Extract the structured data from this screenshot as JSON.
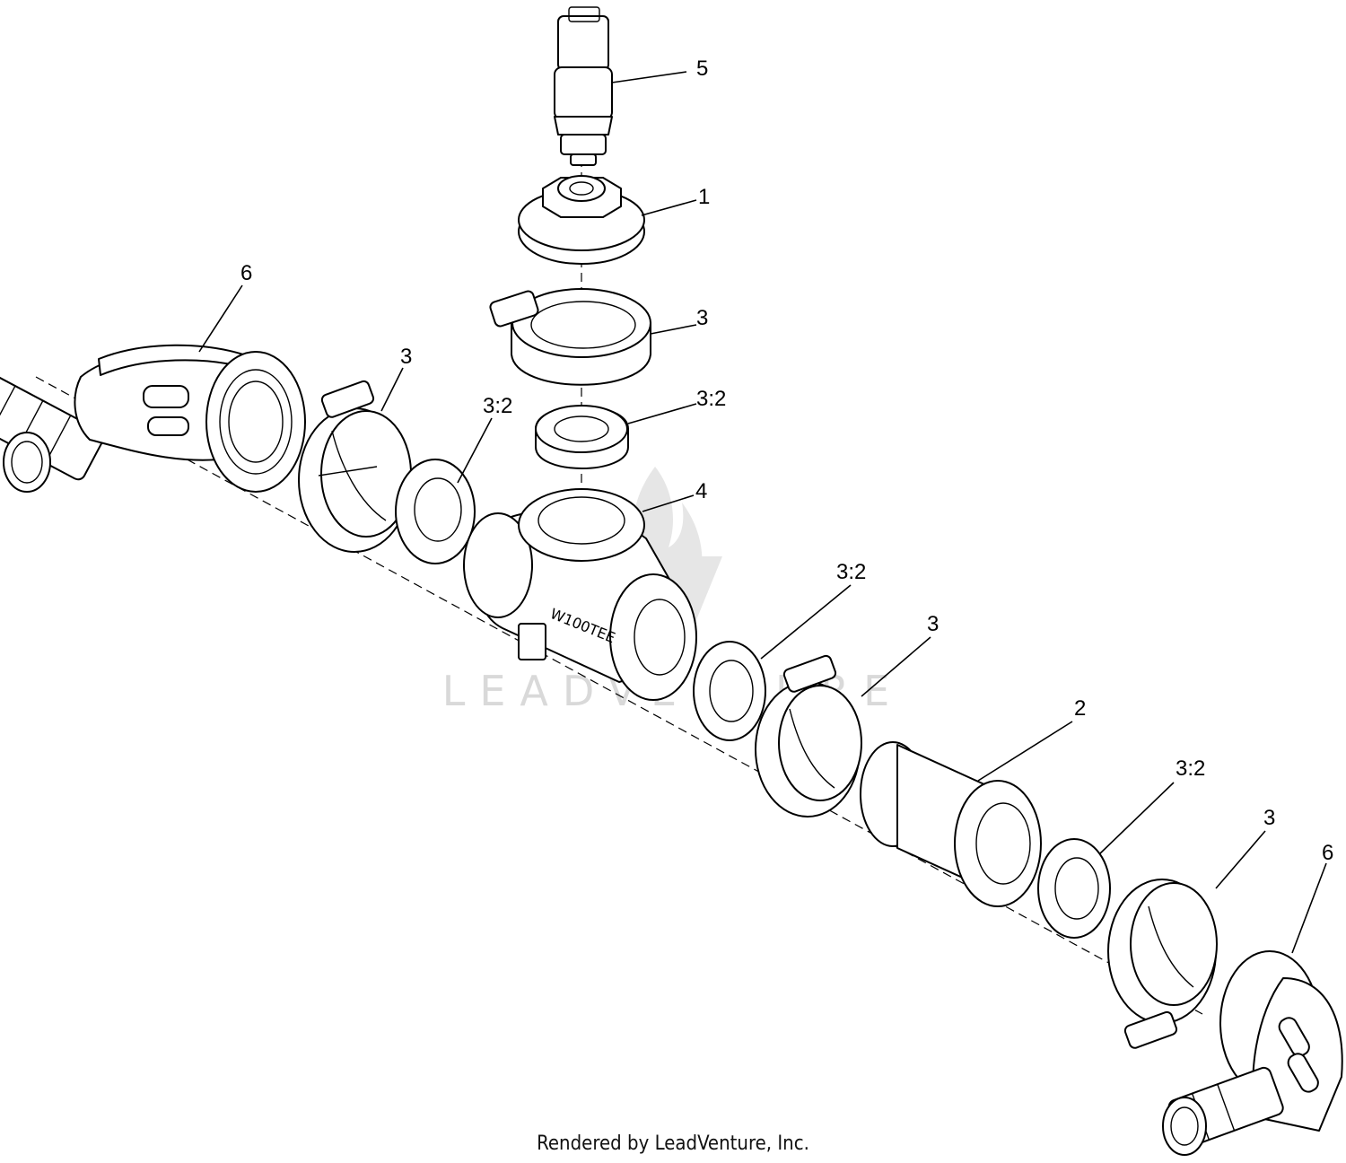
{
  "watermark": {
    "text": "LEADVENTURE",
    "logo_icon": "leadventure-flame-icon"
  },
  "tee_marking": "W100TEE",
  "footer": {
    "text": "Rendered by LeadVenture, Inc."
  },
  "callouts": [
    {
      "id": "c5",
      "label": "5"
    },
    {
      "id": "c1",
      "label": "1"
    },
    {
      "id": "c3a",
      "label": "3"
    },
    {
      "id": "c32a",
      "label": "3:2"
    },
    {
      "id": "c4",
      "label": "4"
    },
    {
      "id": "c6a",
      "label": "6"
    },
    {
      "id": "c3b",
      "label": "3"
    },
    {
      "id": "c32b",
      "label": "3:2"
    },
    {
      "id": "c32c",
      "label": "3:2"
    },
    {
      "id": "c3c",
      "label": "3"
    },
    {
      "id": "c2",
      "label": "2"
    },
    {
      "id": "c32d",
      "label": "3:2"
    },
    {
      "id": "c3d",
      "label": "3"
    },
    {
      "id": "c6b",
      "label": "6"
    }
  ]
}
